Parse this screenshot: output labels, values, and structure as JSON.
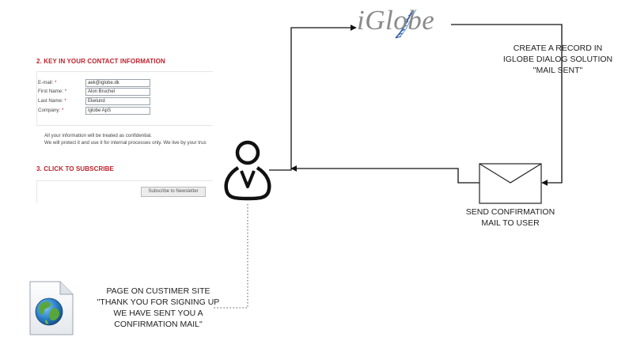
{
  "form": {
    "section_contact_title": "2. KEY IN YOUR CONTACT INFORMATION",
    "fields": [
      {
        "label": "E-mail:",
        "value": "aek@iglobe.dk"
      },
      {
        "label": "First Name:",
        "value": "Alon Bruchel"
      },
      {
        "label": "Last Name:",
        "value": "Ekelund"
      },
      {
        "label": "Company:",
        "value": "Iglobe ApS"
      }
    ],
    "required_mark": "*",
    "note_line1": "All your information will be treated as confidential.",
    "note_line2": "We will protect it and use it for internal processes only. We live by your trus",
    "section_subscribe_title": "3. CLICK TO SUBSCRIBE",
    "subscribe_button": "Subscribe to Newsletter"
  },
  "logo": {
    "text": "iGlobe",
    "color": "#8a8a8a",
    "accent": "#2b5aa8"
  },
  "labels": {
    "create_record": [
      "CREATE A RECORD IN",
      "IGLOBE DIALOG SOLUTION",
      "\"MAIL SENT\""
    ],
    "send_confirmation": [
      "SEND CONFIRMATION",
      "MAIL TO USER"
    ],
    "customer_page": [
      "PAGE ON CUSTIMER SITE",
      "\"THANK YOU FOR SIGNING UP",
      "WE HAVE SENT YOU A",
      "CONFIRMATION MAIL\""
    ]
  },
  "icons": {
    "user": "user-icon",
    "envelope": "envelope-icon",
    "document": "web-page-document-icon",
    "globe": "globe-icon"
  }
}
